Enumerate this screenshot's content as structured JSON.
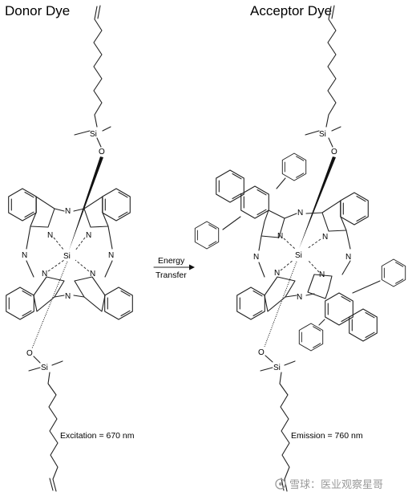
{
  "donor": {
    "title": "Donor Dye",
    "center_atom": "Si",
    "axial_si": "Si",
    "axial_o": "O",
    "meso_n": "N",
    "pyrrole_n": "N",
    "label": "Excitation = 670 nm"
  },
  "acceptor": {
    "title": "Acceptor Dye",
    "center_atom": "Si",
    "axial_si": "Si",
    "axial_o": "O",
    "meso_n": "N",
    "pyrrole_n": "N",
    "label": "Emission = 760 nm"
  },
  "arrow": {
    "top_label": "Energy",
    "bottom_label": "Transfer"
  },
  "watermark": {
    "text": "雪球：医业观察星哥"
  }
}
